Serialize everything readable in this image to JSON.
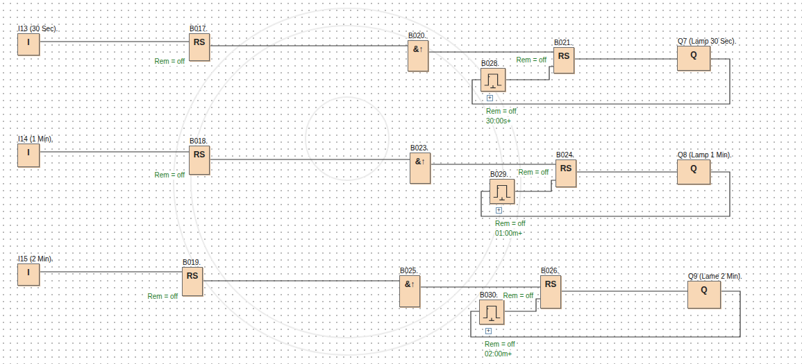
{
  "diagram": {
    "nodes": [
      {
        "text": [
          "I13 (30 Sec).",
          "I"
        ]
      },
      {
        "text": [
          "B017.",
          "RS",
          "Rem = off"
        ]
      },
      {
        "text": [
          "B020.",
          "&↑"
        ]
      },
      {
        "text": [
          "B028.",
          "Rem = off",
          "30:00s+"
        ]
      },
      {
        "text": [
          "B021.",
          "RS",
          "Rem = off"
        ]
      },
      {
        "text": [
          "Q7 (Lamp 30 Sec).",
          "Q"
        ]
      },
      {
        "text": [
          "I14 (1 Min).",
          "I"
        ]
      },
      {
        "text": [
          "B018.",
          "RS",
          "Rem = off"
        ]
      },
      {
        "text": [
          "B023.",
          "&↑"
        ]
      },
      {
        "text": [
          "B029.",
          "Rem = off",
          "01:00m+"
        ]
      },
      {
        "text": [
          "B024.",
          "RS",
          "Rem = off"
        ]
      },
      {
        "text": [
          "Q8 (Lamp 1 Min).",
          "Q"
        ]
      },
      {
        "text": [
          "I15 (2 Min).",
          "I"
        ]
      },
      {
        "text": [
          "B019.",
          "RS",
          "Rem = off"
        ]
      },
      {
        "text": [
          "B025.",
          "&↑"
        ]
      },
      {
        "text": [
          "B030.",
          "Rem = off",
          "02:00m+"
        ]
      },
      {
        "text": [
          "B026.",
          "RS",
          "Rem = off"
        ]
      },
      {
        "text": [
          "Q9 (Lame 2 Min).",
          "Q"
        ]
      }
    ],
    "edges": [
      {
        "from": 0,
        "to": 1,
        "arrow": "none"
      },
      {
        "from": 1,
        "to": 2,
        "arrow": "none"
      },
      {
        "from": 2,
        "to": 4,
        "arrow": "none"
      },
      {
        "from": 3,
        "to": 4,
        "arrow": "none"
      },
      {
        "from": 4,
        "to": 5,
        "arrow": "none"
      },
      {
        "from": 5,
        "to": 3,
        "arrow": "none"
      },
      {
        "from": 6,
        "to": 7,
        "arrow": "none"
      },
      {
        "from": 7,
        "to": 8,
        "arrow": "none"
      },
      {
        "from": 8,
        "to": 10,
        "arrow": "none"
      },
      {
        "from": 9,
        "to": 10,
        "arrow": "none"
      },
      {
        "from": 10,
        "to": 11,
        "arrow": "none"
      },
      {
        "from": 11,
        "to": 9,
        "arrow": "none"
      },
      {
        "from": 12,
        "to": 13,
        "arrow": "none"
      },
      {
        "from": 13,
        "to": 14,
        "arrow": "none"
      },
      {
        "from": 14,
        "to": 16,
        "arrow": "none"
      },
      {
        "from": 15,
        "to": 16,
        "arrow": "none"
      },
      {
        "from": 16,
        "to": 17,
        "arrow": "none"
      },
      {
        "from": 17,
        "to": 15,
        "arrow": "none"
      }
    ],
    "labels": [
      "+",
      "+",
      "+"
    ]
  }
}
